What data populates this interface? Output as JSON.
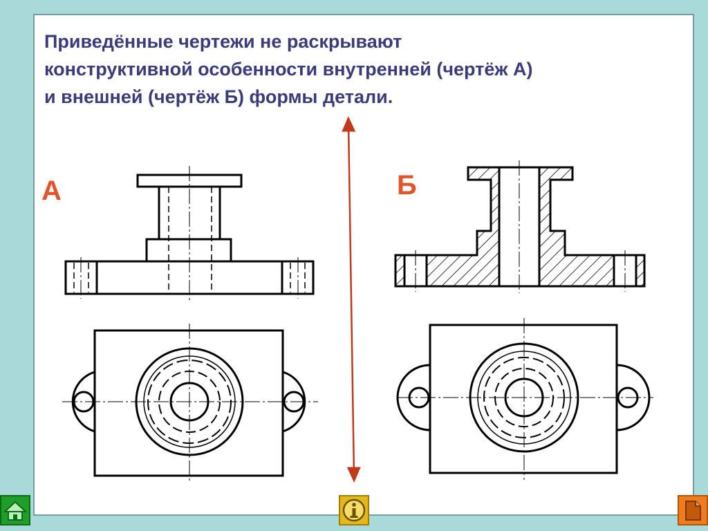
{
  "slide": {
    "title_lines": [
      "Приведённые чертежи не раскрывают",
      "конструктивной особенности  внутренней (чертёж А)",
      "и внешней (чертёж Б) формы детали."
    ],
    "label_a": "А",
    "label_b": "Б"
  },
  "colors": {
    "title": "#3b3b7a",
    "labels": "#e2552b",
    "divider_arrow": "#c0391b",
    "background": "#a9d9d9"
  },
  "nav": {
    "home_icon": "home-icon",
    "info_icon": "info-icon",
    "next_icon": "next-page-icon"
  }
}
